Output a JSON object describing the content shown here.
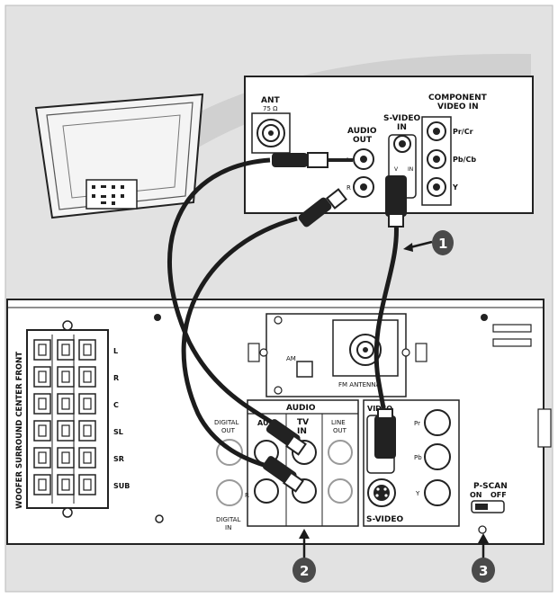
{
  "tv_panel": {
    "ant_label": "ANT",
    "ant_ohm": "75 Ω",
    "audio_out": [
      "AUDIO",
      "OUT"
    ],
    "audio_l": "L",
    "audio_r": "R",
    "svideo_in": [
      "S-VIDEO",
      "IN"
    ],
    "component_title": [
      "COMPONENT",
      "VIDEO IN"
    ],
    "pr": "Pr/Cr",
    "pb": "Pb/Cb",
    "y": "Y"
  },
  "receiver": {
    "speaker_legend": "WOOFER SURROUND CENTER  FRONT",
    "speaker_rows": [
      "L",
      "R",
      "C",
      "SL",
      "SR",
      "SUB"
    ],
    "am_label": "AM",
    "fm_label": "FM ANTENNA",
    "audio_header": "AUDIO",
    "digital_out": [
      "DIGITAL",
      "OUT"
    ],
    "digital_in": [
      "DIGITAL",
      "IN"
    ],
    "aux": "AUX",
    "tv_in": [
      "TV",
      "IN"
    ],
    "line_out": [
      "LINE",
      "OUT"
    ],
    "ch_l": "L",
    "ch_r": "R",
    "video_label": "VIDEO",
    "vid_pr": "Pr",
    "vid_pb": "Pb",
    "vid_y": "Y",
    "svideo_label": "S-VIDEO",
    "pscan_title": "P-SCAN",
    "pscan_on": "ON",
    "pscan_off": "OFF"
  },
  "callouts": [
    {
      "number": "1"
    },
    {
      "number": "2"
    },
    {
      "number": "3"
    }
  ],
  "colors": {
    "background": "#e2e2e2",
    "panel": "#ffffff",
    "line": "#1a1a1a",
    "cable": "#1c1c1c",
    "callout": "#4a4a4a"
  }
}
